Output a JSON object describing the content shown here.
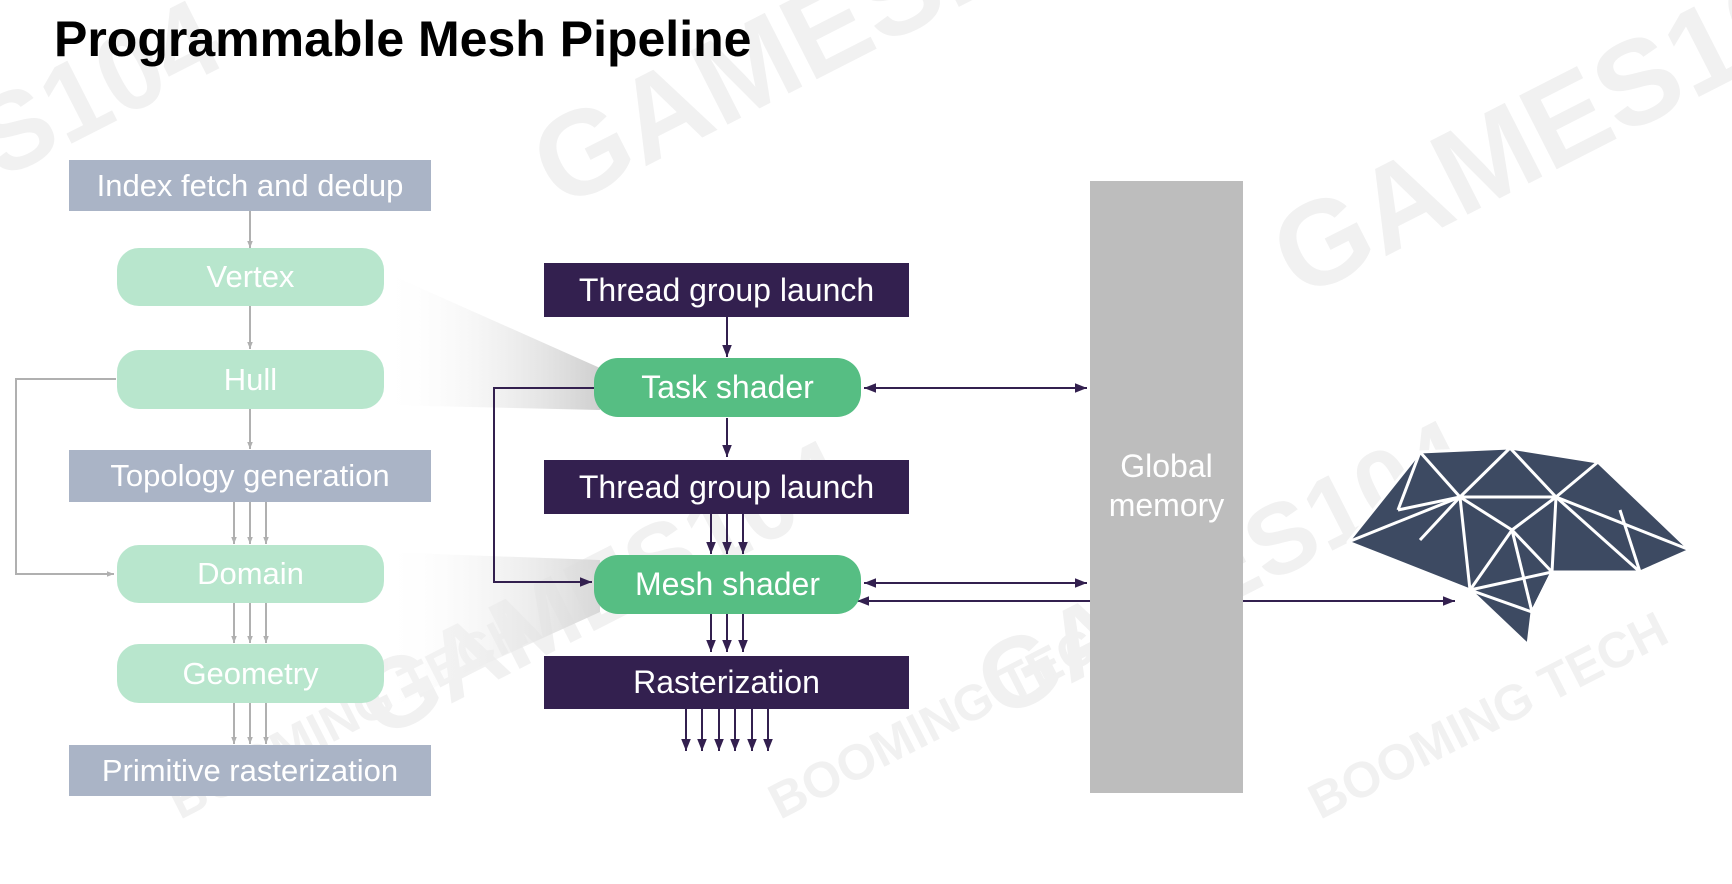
{
  "title": "Programmable Mesh Pipeline",
  "traditional_pipeline": {
    "index_fetch": "Index fetch and dedup",
    "vertex": "Vertex",
    "hull": "Hull",
    "topology": "Topology generation",
    "domain": "Domain",
    "geometry": "Geometry",
    "primitive_raster": "Primitive rasterization"
  },
  "mesh_pipeline": {
    "thread_group_launch_1": "Thread group launch",
    "task_shader": "Task shader",
    "thread_group_launch_2": "Thread group launch",
    "mesh_shader": "Mesh shader",
    "rasterization": "Rasterization"
  },
  "global_memory": {
    "line1": "Global",
    "line2": "memory"
  },
  "colors": {
    "legacy_stage": "#aab4c6",
    "legacy_shader": "#b8e6cd",
    "mesh_fixed": "#33204f",
    "mesh_shader": "#56be83",
    "memory": "#bdbdbd",
    "mesh_object": "#3d4a62"
  },
  "icons": [
    "triangle-mesh-icon"
  ]
}
